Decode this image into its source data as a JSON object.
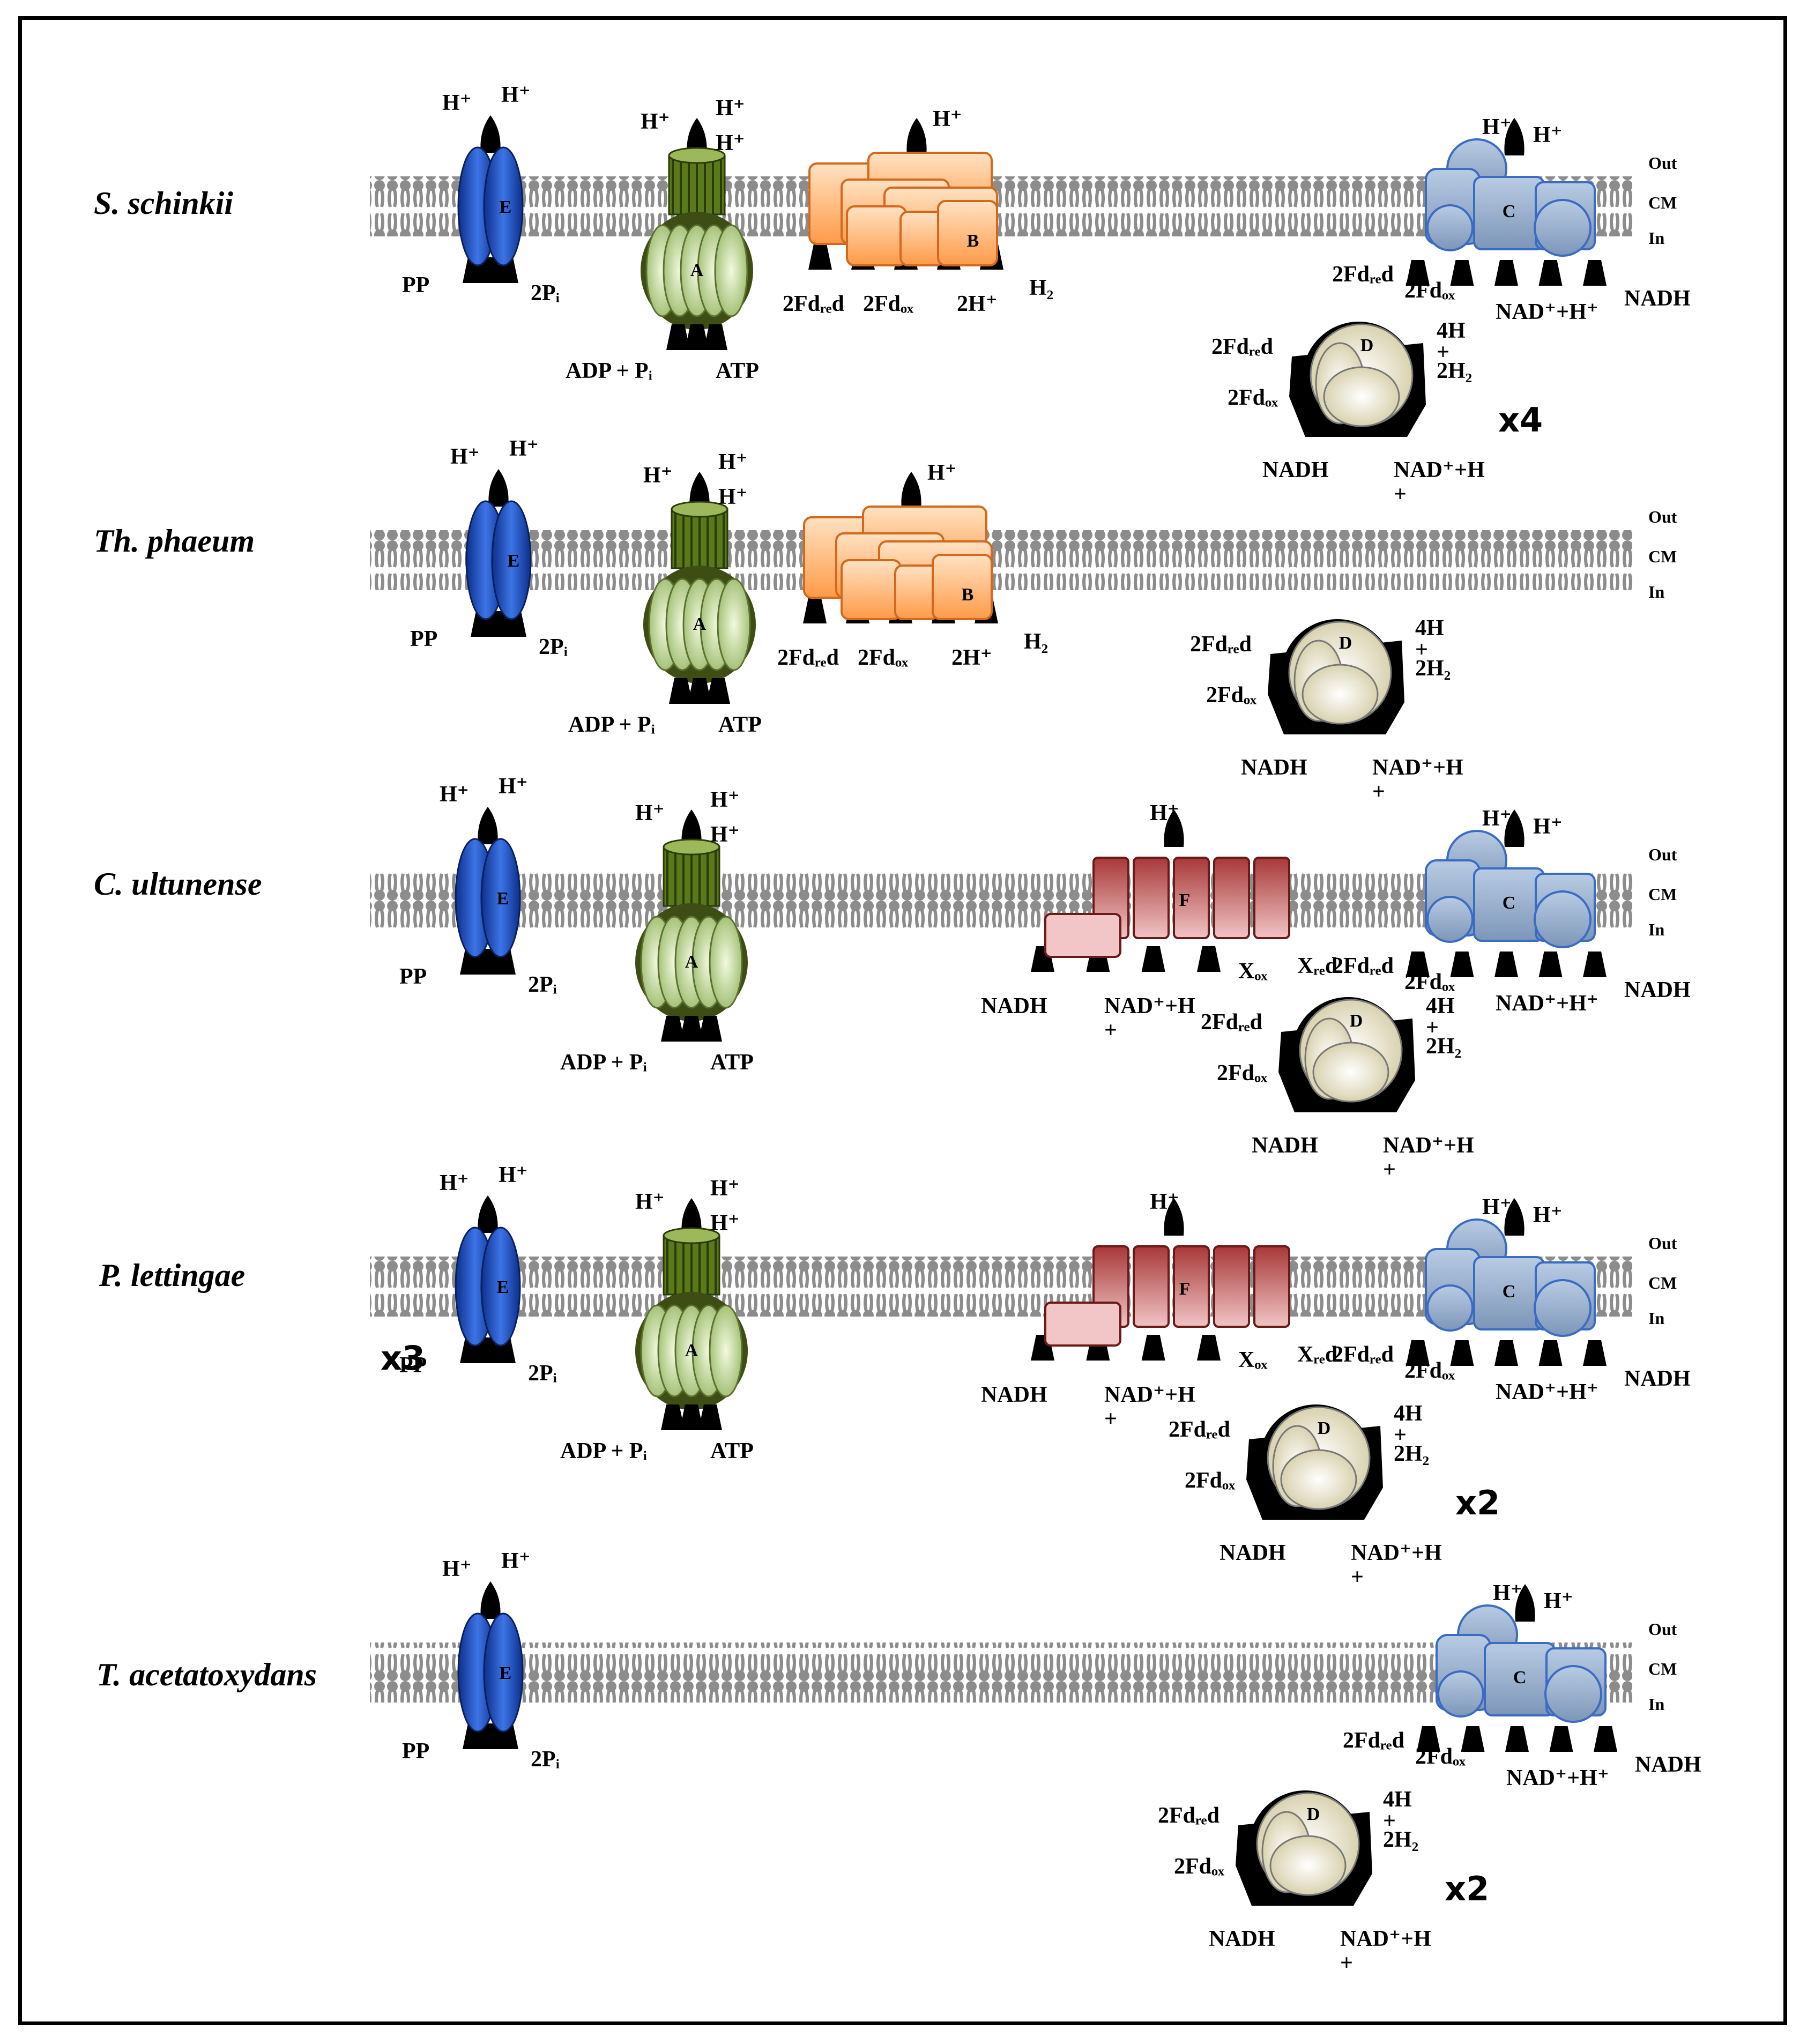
{
  "colors": {
    "membrane": "#8c8c8c",
    "complex_E": "#2255cc",
    "complex_A_head": "#d8e8b0",
    "complex_A_ring": "#5a7a1a",
    "complex_B": "#ffb070",
    "complex_C": "#8fa8c8",
    "complex_D": "#f3eed6",
    "complex_F": "#c85a5a"
  },
  "complex_letters": {
    "A": "A",
    "B": "B",
    "C": "C",
    "D": "D",
    "E": "E",
    "F": "F"
  },
  "common": {
    "h_plus": "H⁺",
    "out": "Out",
    "cm": "CM",
    "in": "In",
    "pp": "PP",
    "two_pi": "2Pᵢ",
    "adp_pi": "ADP + Pᵢ",
    "atp": "ATP",
    "two_fd_red": "2Fdᵣₑd",
    "two_fd_ox": "2Fdₒₓ",
    "two_h_plus": "2H⁺",
    "h2": "H₂",
    "nadh": "NADH",
    "nad_h_h": "NAD⁺+H⁺",
    "nad_h_wrap_a": "NAD⁺+H",
    "nad_h_wrap_b": "+",
    "four_h_a": "4H",
    "four_h_b": "+",
    "two_h2": "2H₂",
    "x_ox": "Xₒₓ",
    "x_red": "Xᵣₑd"
  },
  "rows": [
    {
      "species": "S. schinkii",
      "multiplier_D": "x4",
      "multiplier_E": ""
    },
    {
      "species": "Th. phaeum",
      "multiplier_D": "",
      "multiplier_E": ""
    },
    {
      "species": "C. ultunense",
      "multiplier_D": "",
      "multiplier_E": ""
    },
    {
      "species": "P. lettingae",
      "multiplier_D": "x2",
      "multiplier_E": "x3"
    },
    {
      "species": "T. acetatoxydans",
      "multiplier_D": "x2",
      "multiplier_E": ""
    }
  ]
}
